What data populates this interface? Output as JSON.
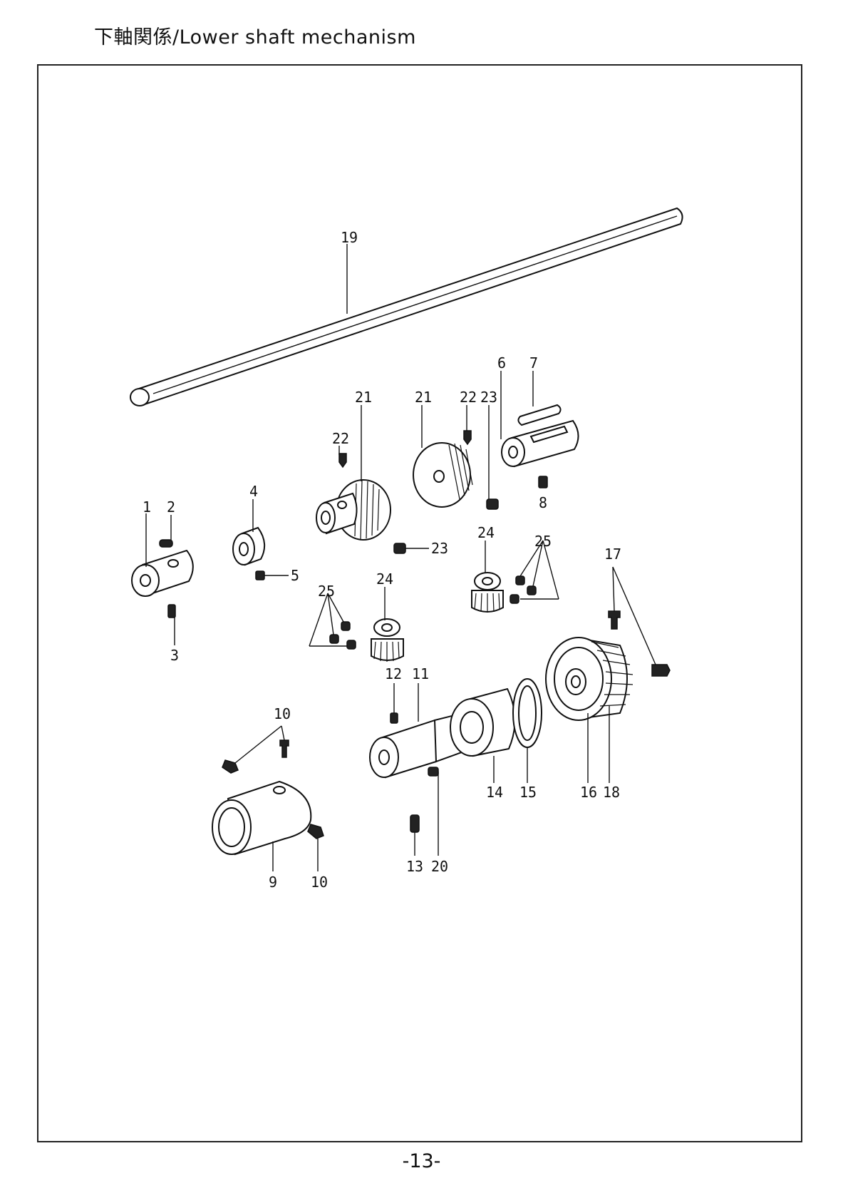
{
  "header": {
    "title": "下軸関係/Lower shaft mechanism"
  },
  "footer": {
    "page_number": "-13-"
  },
  "callouts": [
    "19",
    "21",
    "21",
    "22",
    "22",
    "23",
    "6",
    "7",
    "8",
    "4",
    "1",
    "2",
    "5",
    "3",
    "23",
    "24",
    "25",
    "24",
    "25",
    "17",
    "12",
    "11",
    "10",
    "14",
    "15",
    "16",
    "18",
    "9",
    "10",
    "13",
    "20"
  ]
}
